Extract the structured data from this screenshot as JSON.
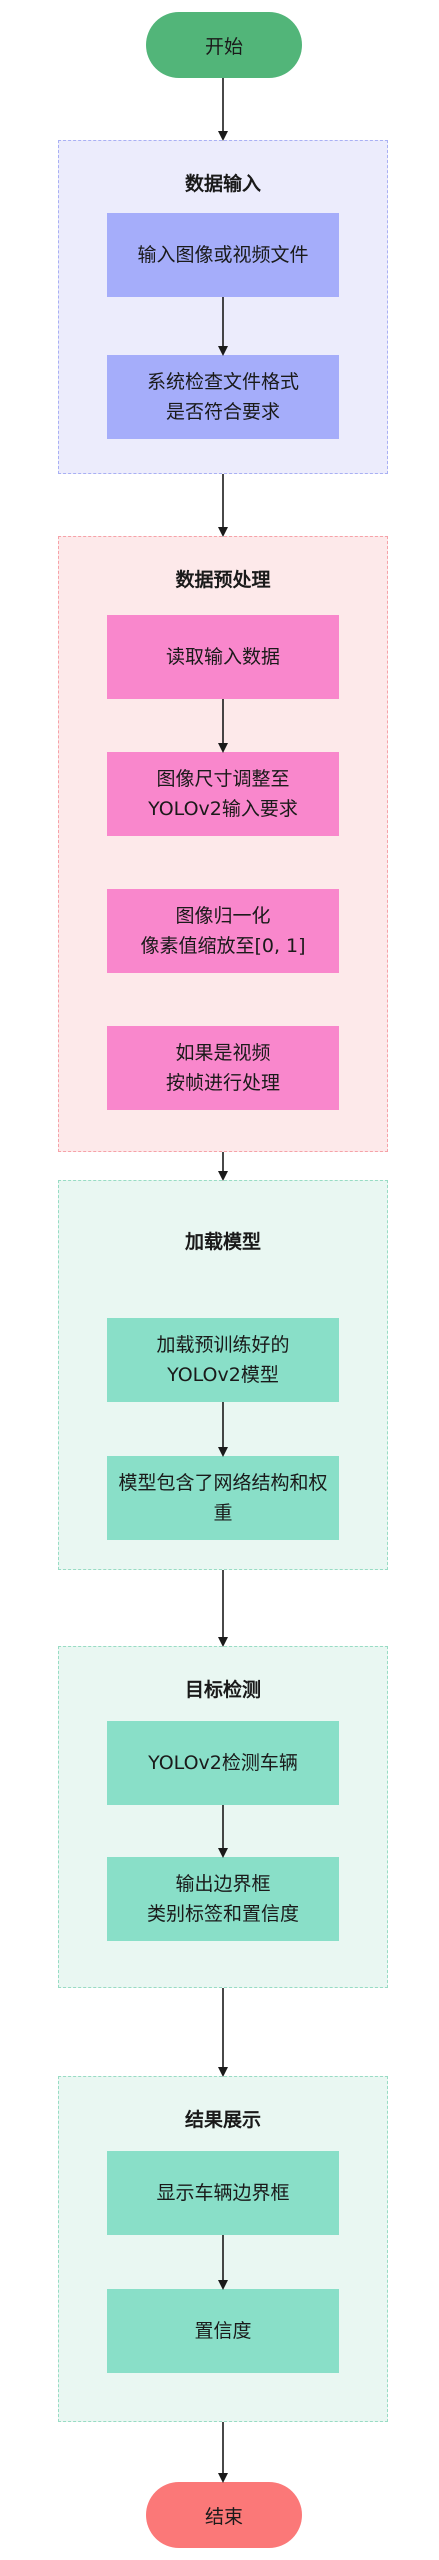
{
  "start": "开始",
  "end": "结束",
  "groups": {
    "input": {
      "title": "数据输入",
      "steps": [
        {
          "line1": "输入图像或视频文件",
          "line2": ""
        },
        {
          "line1": "系统检查文件格式",
          "line2": "是否符合要求"
        }
      ]
    },
    "preprocess": {
      "title": "数据预处理",
      "steps": [
        {
          "line1": "读取输入数据",
          "line2": ""
        },
        {
          "line1": "图像尺寸调整至",
          "line2": "YOLOv2输入要求"
        },
        {
          "line1": "图像归一化",
          "line2": "像素值缩放至[0, 1]"
        },
        {
          "line1": "如果是视频",
          "line2": "按帧进行处理"
        }
      ]
    },
    "model": {
      "title": "加载模型",
      "steps": [
        {
          "line1": "加载预训练好的",
          "line2": "YOLOv2模型"
        },
        {
          "line1": "模型包含了网络结构和权",
          "line2": "重"
        }
      ]
    },
    "detect": {
      "title": "目标检测",
      "steps": [
        {
          "line1": "YOLOv2检测车辆",
          "line2": ""
        },
        {
          "line1": "输出边界框",
          "line2": "类别标签和置信度"
        }
      ]
    },
    "result": {
      "title": "结果展示",
      "steps": [
        {
          "line1": "显示车辆边界框",
          "line2": ""
        },
        {
          "line1": "置信度",
          "line2": ""
        }
      ]
    }
  },
  "colors": {
    "start": "#52b579",
    "end": "#fb7878",
    "input_box": "#a5adfa",
    "preprocess_box": "#f987cc",
    "model_box": "#89dfc8",
    "arrow": "#1a1a1a"
  }
}
